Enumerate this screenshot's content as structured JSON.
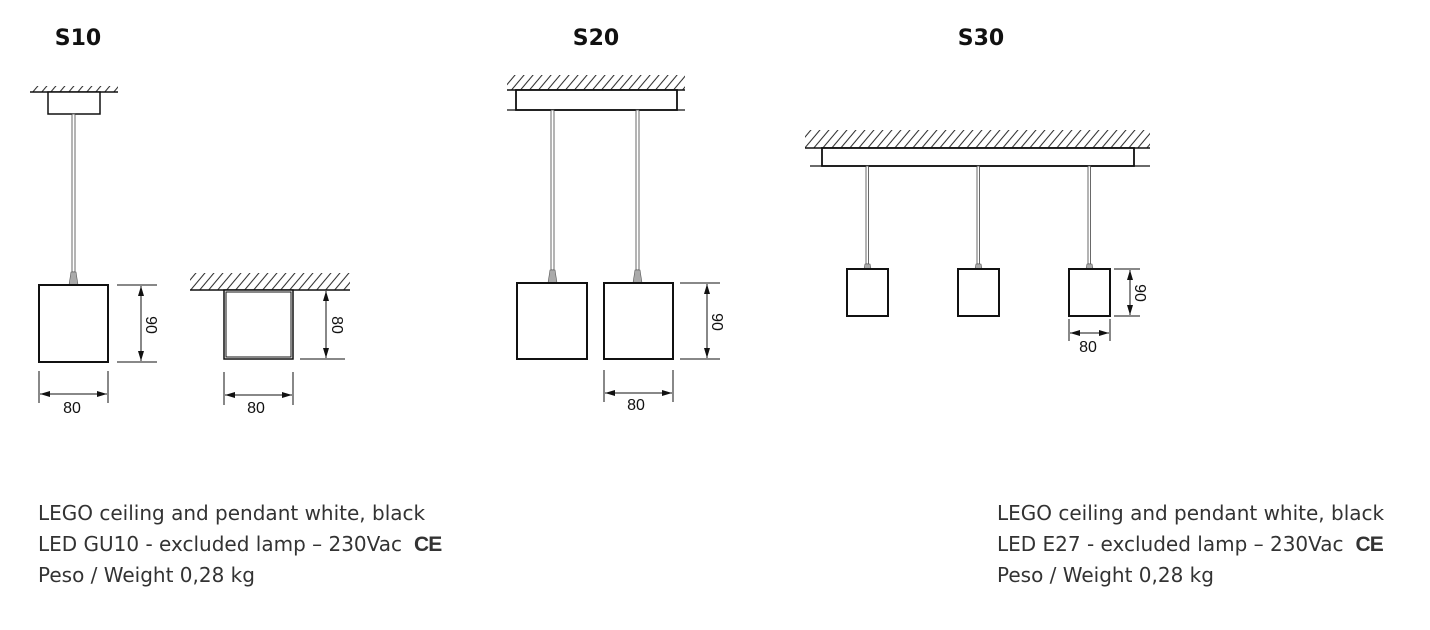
{
  "variants": [
    {
      "title": "S10"
    },
    {
      "title": "S20"
    },
    {
      "title": "S30"
    }
  ],
  "dimensions": {
    "pendant_width": "80",
    "pendant_height": "90",
    "ceiling_width": "80",
    "ceiling_height": "80"
  },
  "descriptions": {
    "left": {
      "line1": "LEGO ceiling and pendant white, black",
      "line2": "LED GU10 - excluded lamp – 230Vac",
      "line3": "Peso / Weight 0,28 kg",
      "mark": "CE"
    },
    "right": {
      "line1": "LEGO ceiling and pendant white, black",
      "line2": "LED E27 - excluded lamp – 230Vac",
      "line3": "Peso / Weight 0,28 kg",
      "mark": "CE"
    }
  }
}
